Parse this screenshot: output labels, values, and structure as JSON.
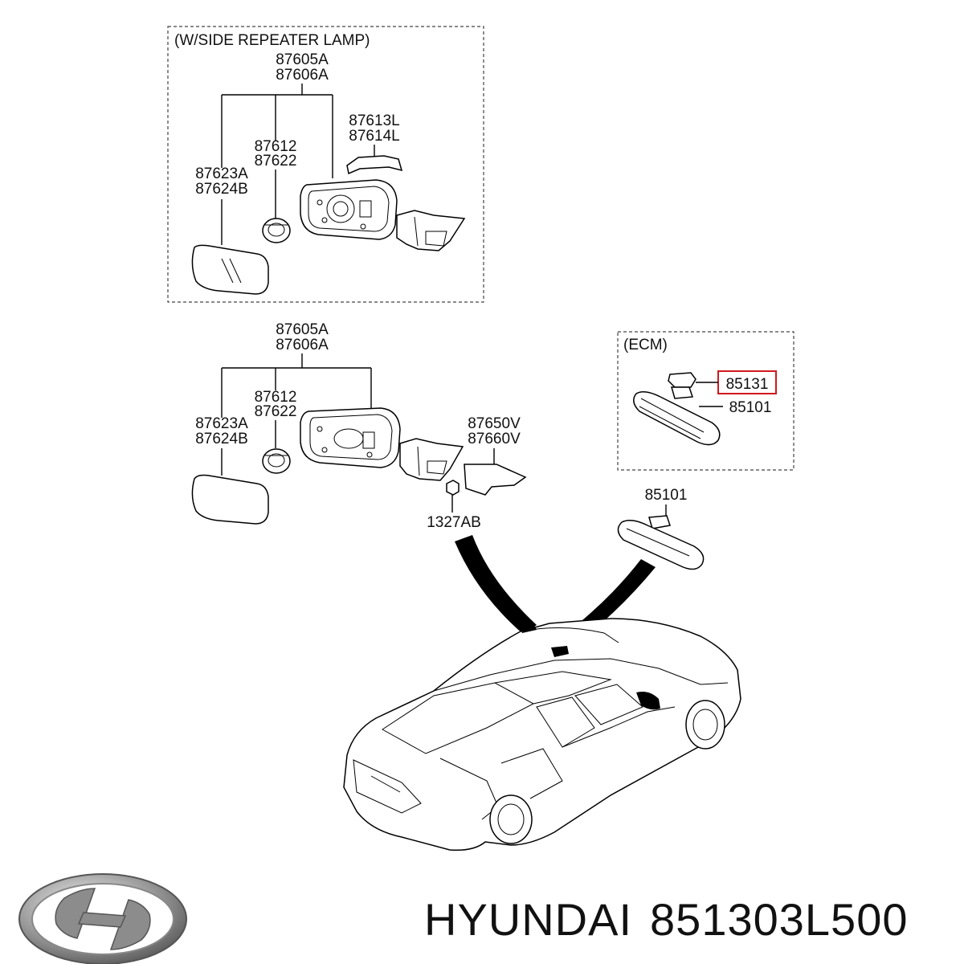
{
  "panel_top": {
    "header": "(W/SIDE REPEATER LAMP)",
    "assembly_line1": "87605A",
    "assembly_line2": "87606A",
    "cover_line1": "87613L",
    "cover_line2": "87614L",
    "actuator_line1": "87612",
    "actuator_line2": "87622",
    "glass_line1": "87623A",
    "glass_line2": "87624B"
  },
  "panel_middle": {
    "assembly_line1": "87605A",
    "assembly_line2": "87606A",
    "actuator_line1": "87612",
    "actuator_line2": "87622",
    "glass_line1": "87623A",
    "glass_line2": "87624B",
    "garnish_line1": "87650V",
    "garnish_line2": "87660V",
    "nut": "1327AB"
  },
  "panel_ecm": {
    "header": "(ECM)",
    "cover": "85131",
    "mirror": "85101",
    "highlight_color": "#d0191b"
  },
  "inside_mirror": {
    "label": "85101"
  },
  "caption": {
    "brand": "HYUNDAI",
    "part_number": "851303L500"
  }
}
